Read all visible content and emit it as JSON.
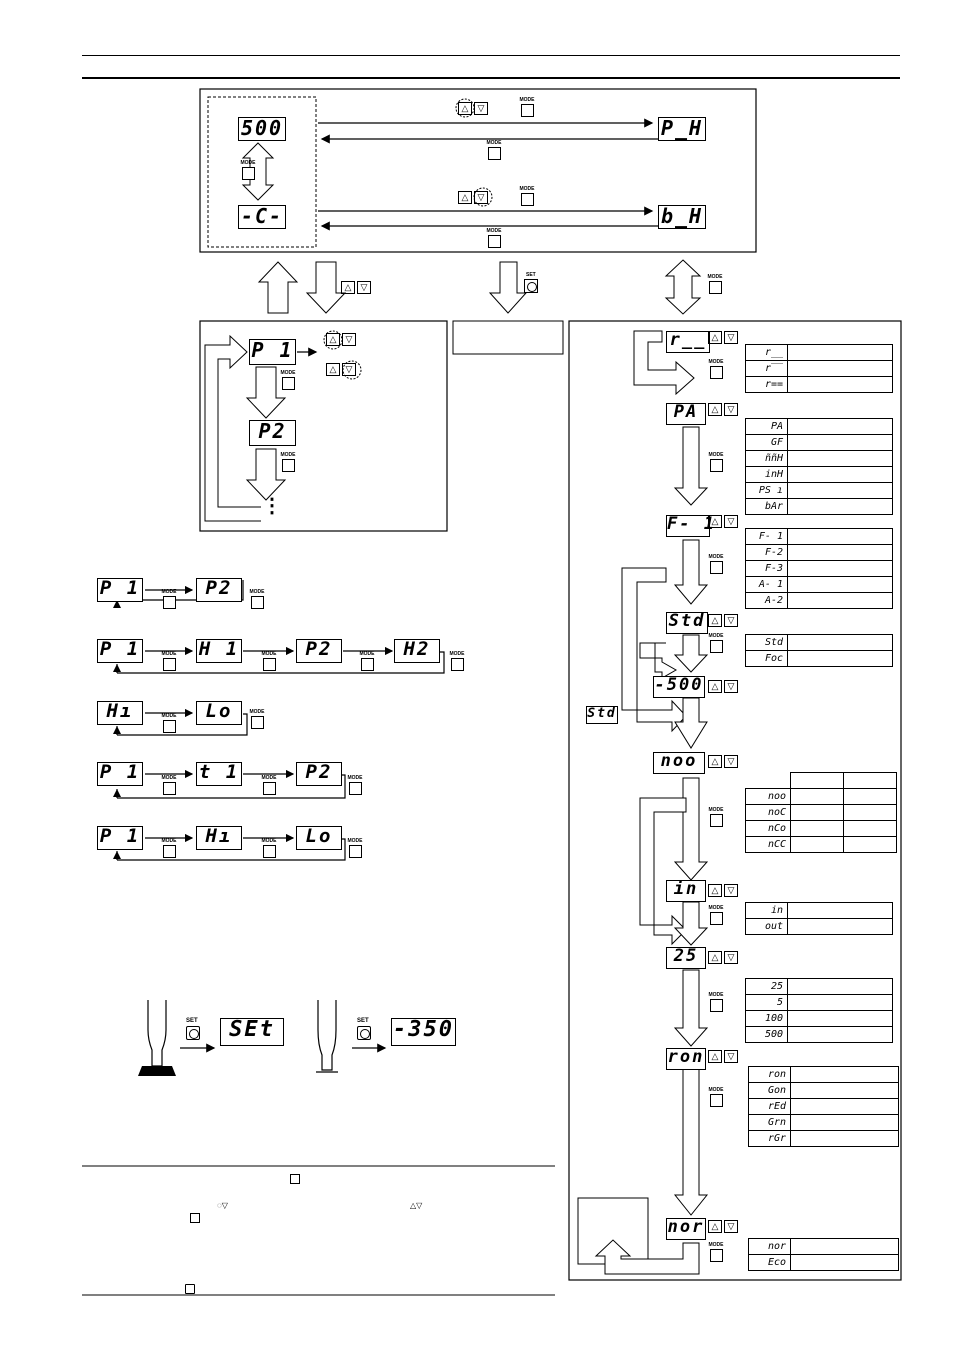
{
  "buttons": {
    "mode": "MODE",
    "set": "SET"
  },
  "top": {
    "display_500": "500",
    "display_c": "-C-",
    "display_ph": "P_H",
    "display_bh": "b_H"
  },
  "left_menu": {
    "p1": "P 1",
    "p2": "P2",
    "dots": "⋮"
  },
  "sequences": [
    [
      "P 1",
      "P2"
    ],
    [
      "P 1",
      "H 1",
      "P2",
      "H2"
    ],
    [
      "Hı",
      "Lo"
    ],
    [
      "P 1",
      "t 1",
      "P2"
    ],
    [
      "P 1",
      "Hı",
      "Lo"
    ]
  ],
  "calibration": {
    "set_display": "SEt",
    "value_display": "-350"
  },
  "right_panel": {
    "r_disp": "r__",
    "r_opts": [
      "r__",
      "r‾‾",
      "r=="
    ],
    "pa_disp": "PA",
    "pa_opts": [
      "PA",
      "GF",
      "ññH",
      "inH",
      "PS ı",
      "bAr"
    ],
    "f1_disp": "F- 1",
    "f1_opts": [
      "F- 1",
      "F-2",
      "F-3",
      "A- 1",
      "A-2"
    ],
    "std_disp": "Std",
    "std_opts": [
      "Std",
      "Foc"
    ],
    "std_side": "Std",
    "v500_disp": "-500",
    "noo_disp": "noo",
    "noo_opts": [
      "noo",
      "noC",
      "nCo",
      "nCC"
    ],
    "in_disp": "in",
    "in_opts": [
      "in",
      "out"
    ],
    "n25_disp": "25",
    "n25_opts": [
      "25",
      "5",
      "100",
      "500"
    ],
    "ron_disp": "ron",
    "ron_opts": [
      "ron",
      "Gon",
      "rEd",
      "Grn",
      "rGr"
    ],
    "nor_disp": "nor",
    "nor_opts": [
      "nor",
      "Eco"
    ]
  }
}
